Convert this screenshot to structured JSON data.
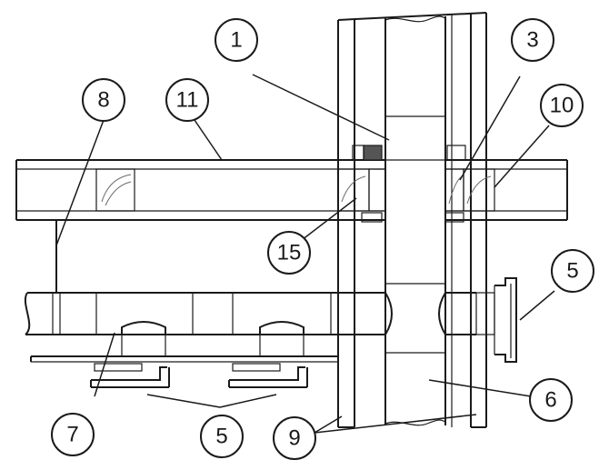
{
  "callouts": {
    "c1": "1",
    "c3": "3",
    "c5a": "5",
    "c5b": "5",
    "c6": "6",
    "c7": "7",
    "c8": "8",
    "c9": "9",
    "c10": "10",
    "c11": "11",
    "c15": "15"
  },
  "colors": {
    "line": "#1a1a1a",
    "gasket": "#555555",
    "background": "#ffffff"
  }
}
